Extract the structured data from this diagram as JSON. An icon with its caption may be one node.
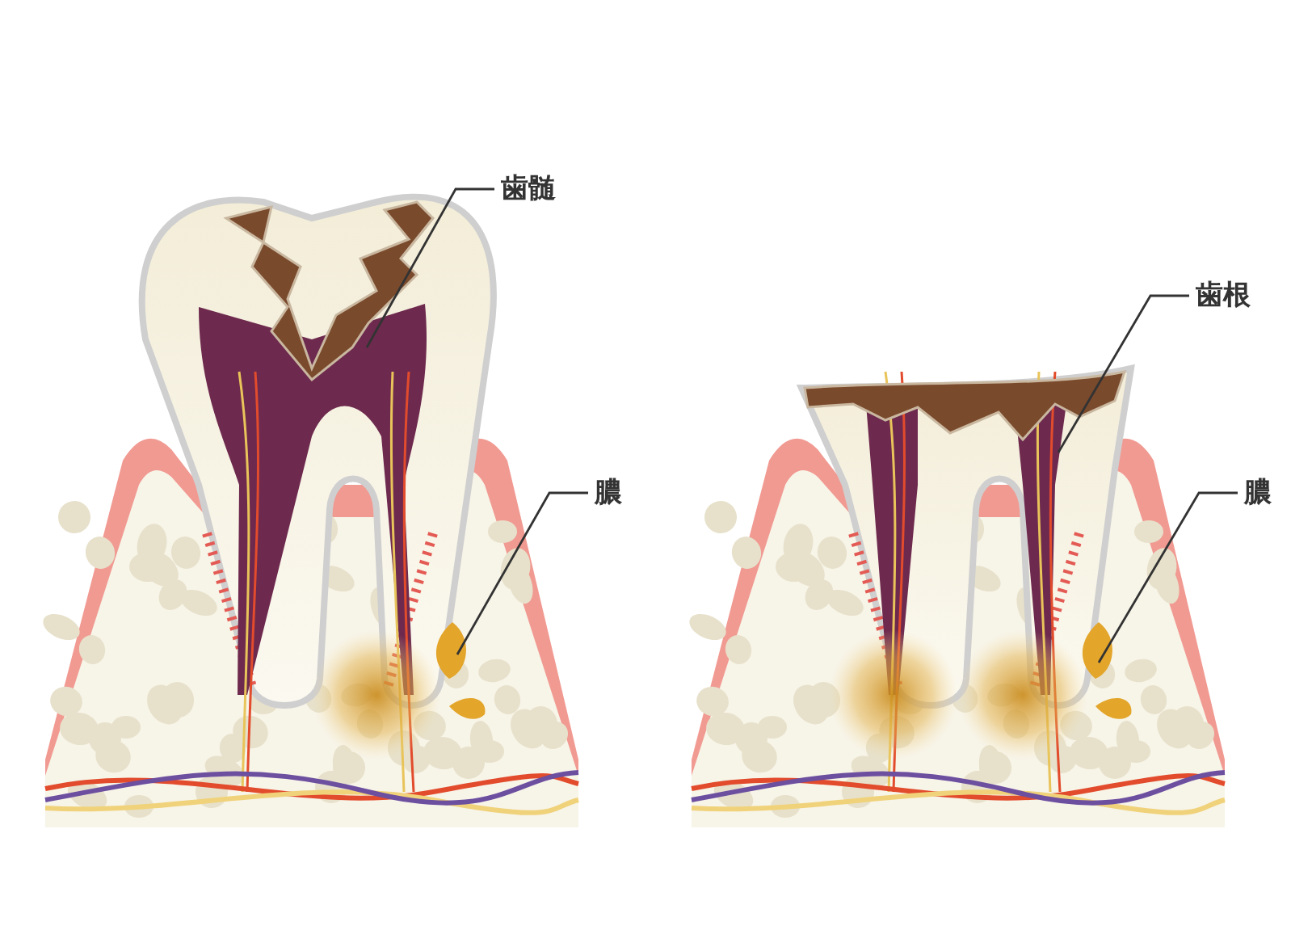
{
  "diagram": {
    "nodes": [
      {
        "text": [
          "歯髄"
        ]
      },
      {
        "text": [
          "膿"
        ]
      },
      {
        "text": [
          "歯根"
        ]
      },
      {
        "text": [
          "膿"
        ]
      }
    ],
    "edges": [
      {
        "from": 0,
        "to": null,
        "arrow": "none"
      },
      {
        "from": 1,
        "to": null,
        "arrow": "none"
      },
      {
        "from": 2,
        "to": null,
        "arrow": "none"
      },
      {
        "from": 3,
        "to": null,
        "arrow": "none"
      }
    ]
  }
}
